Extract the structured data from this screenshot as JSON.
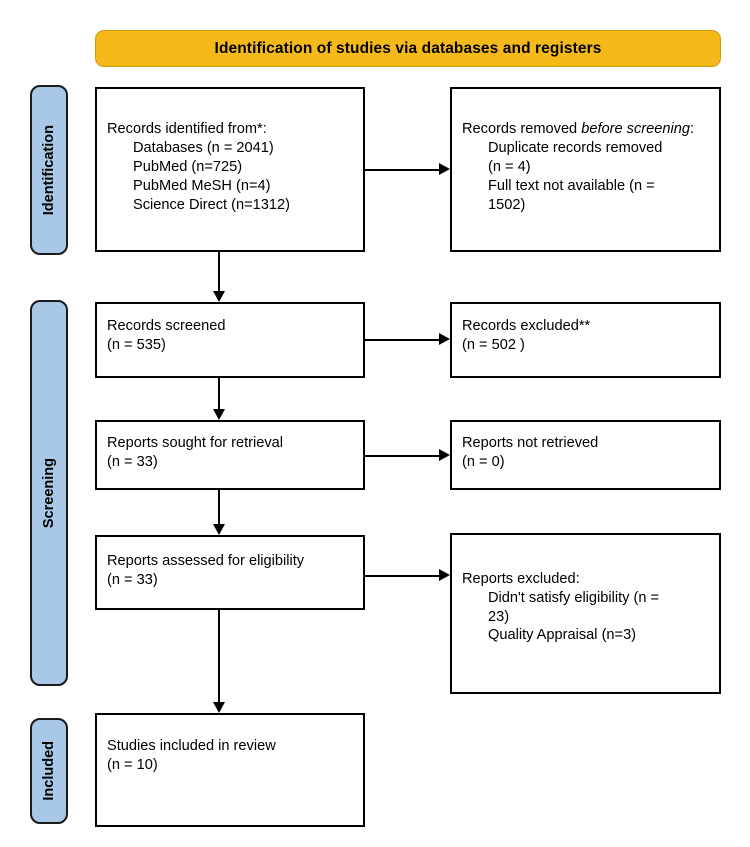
{
  "banner": {
    "title": "Identification of studies via databases and registers"
  },
  "stages": [
    {
      "id": "identification",
      "label": "Identification"
    },
    {
      "id": "screening",
      "label": "Screening"
    },
    {
      "id": "included",
      "label": "Included"
    }
  ],
  "boxes": {
    "identified": {
      "lines": [
        "Records identified from*:",
        "Databases (n = 2041)",
        "PubMed (n=725)",
        "PubMed MeSH (n=4)",
        "Science Direct (n=1312)"
      ]
    },
    "removed": {
      "head_plain": "Records removed ",
      "head_italic": "before screening",
      "head_tail": ":",
      "lines": [
        "Duplicate records removed",
        "(n = 4)",
        "Full text not available (n =",
        "1502)"
      ]
    },
    "screened": {
      "line1": "Records screened",
      "line2": "(n = 535)"
    },
    "excluded": {
      "line1": "Records excluded**",
      "line2": "(n = 502 )"
    },
    "sought": {
      "line1": "Reports sought for retrieval",
      "line2": "(n = 33)"
    },
    "not_retrieved": {
      "line1": "Reports not retrieved",
      "line2": "(n = 0)"
    },
    "assessed": {
      "line1": "Reports assessed for eligibility",
      "line2": "(n = 33)"
    },
    "reports_excluded": {
      "head": "Reports excluded:",
      "lines": [
        "Didn't satisfy eligibility (n =",
        "23)",
        "Quality Appraisal (n=3)"
      ]
    },
    "included": {
      "line1": "Studies included in review",
      "line2": "(n = 10)"
    }
  },
  "colors": {
    "banner_fill": "#F5B91A",
    "banner_border": "#C99A10",
    "stage_fill": "#A9C8E8",
    "box_border": "#000000",
    "page_background": "#FFFFFF"
  }
}
